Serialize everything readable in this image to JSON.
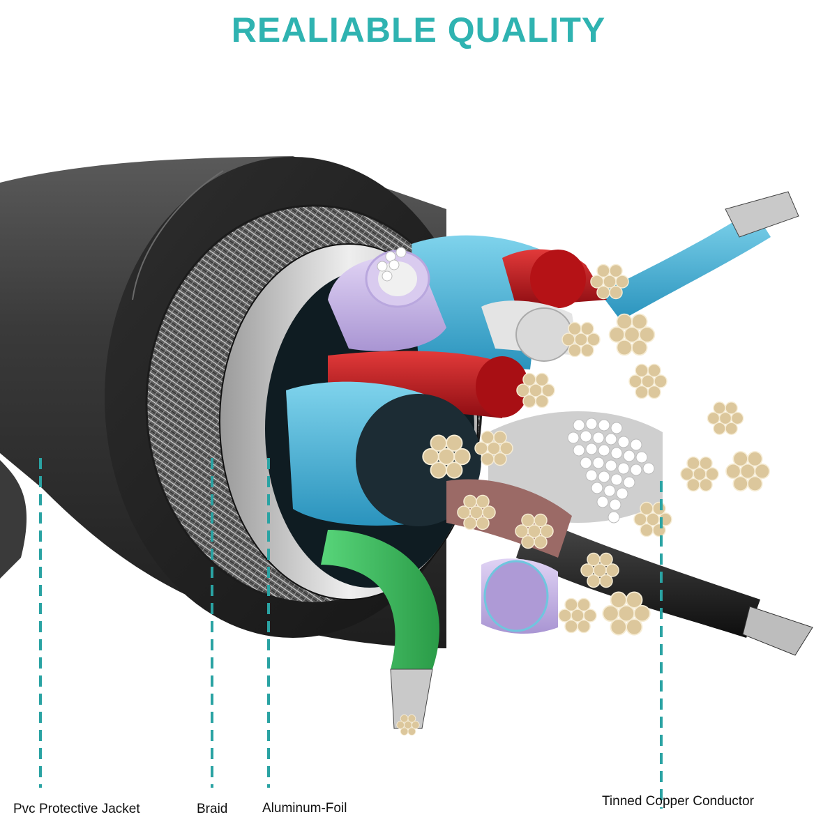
{
  "heading": {
    "text": "REALIABLE QUALITY",
    "color": "#2fb3b1"
  },
  "labels": {
    "jacket": "Pvc Protective Jacket",
    "braid": "Braid",
    "aluminum_foil": "Aluminum-Foil",
    "copper_conductor": "Tinned Copper Conductor"
  },
  "colors": {
    "leader_line": "#2aa3a3",
    "jacket": "#2b2b2b",
    "braid": "#8a8a8a",
    "foil": "#c9c9c9",
    "conductor": "#dcc79c",
    "core_blue": "#4cb8d8",
    "core_red": "#c4161c",
    "core_white": "#e6e6e6",
    "core_purple": "#c9b6e6",
    "core_green": "#3fbf5e",
    "core_black": "#1a1a1a",
    "core_brown": "#9b6a66"
  }
}
